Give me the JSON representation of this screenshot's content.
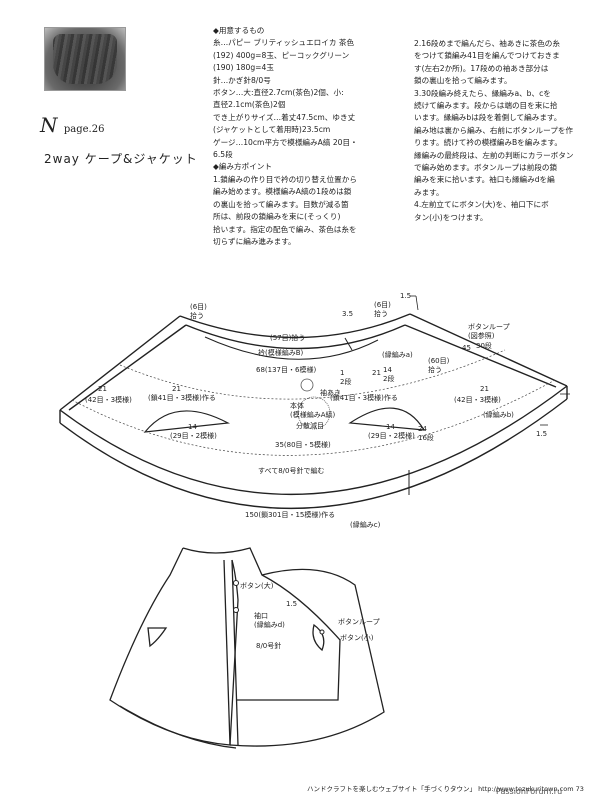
{
  "page_ref": {
    "letter": "N",
    "label": "page.26"
  },
  "title": "2way ケープ&ジャケット",
  "instructions_col1": "◆用意するもの\n糸…パピー ブリティッシュエロイカ 茶色\n(192) 400g=8玉、ピーコックグリーン\n(190) 180g=4玉\n針…かぎ針8/0号\nボタン…大:直径2.7cm(茶色)2個、小:\n直径2.1cm(茶色)2個\nでき上がりサイズ…着丈47.5cm、ゆき丈\n(ジャケットとして着用時)23.5cm\nゲージ…10cm平方で模様編みA縞 20目・\n6.5段\n◆編み方ポイント\n1.鎖編みの作り目で衿の切り替え位置から\n編み始めます。模様編みA縞の1段めは鎖\nの裏山を拾って編みます。目数が減る箇\n所は、前段の鎖編みを束に(そっくり)\n拾います。指定の配色で編み、茶色は糸を\n切らずに編み進みます。",
  "instructions_col2": "2.16段めまで編んだら、袖あきに茶色の糸\nをつけて鎖編み41目を編んでつけておきま\nす(左右2か所)。17段めの袖あき部分は\n鎖の裏山を拾って編みます。\n3.30段編み終えたら、縁編みa、b、cを\n続けて編みます。段からは端の目を束に拾\nいます。縁編みbは段を着側して編みます。\n編み地は裏から編み、右前にボタンループを作\nります。続けて衿の模様編みBを編みます。\n縁編みの最終段は、左前の判断にカラーボタン\nで編み始めます。ボタンループは前段の鎖\n編みを束に拾います。袖口も縁編みdを編\nみます。\n4.左前立てにボタン(大)を、袖口下にボ\nタン(小)をつけます。",
  "labels": {
    "d1": "(6目)\n拾う",
    "d2": "(6目)\n拾う",
    "d3": "3.5",
    "d4": "1.5",
    "d5": "(57目)拾う",
    "d6": "衿(模様編みB)",
    "d7": "68(137目・6模様)",
    "d8": "ボタンループ\n(図参照)",
    "d9": "45",
    "d10": "30段",
    "d11": "(縁編みa)",
    "d12": "(60目)\n拾う",
    "d13": "21",
    "d14": "21",
    "d15": "(42目・3模様)",
    "d16": "(42目・3模様)",
    "d17": "21",
    "d18": "21",
    "d19": "(鎖41目・3模様)作る",
    "d20": "(鎖41目・3模様)作る",
    "d21": "14\n2段",
    "d22": "1\n2段",
    "d23": "袖あき",
    "d24": "本体\n(模様編みA縞)",
    "d25": "分散減目",
    "d26": "14",
    "d27": "14",
    "d28": "(29目・2模様)",
    "d29": "(29目・2模様)",
    "d30": "35(80目・5模様)",
    "d31": "24\n16段",
    "d32": "(縁編みb)",
    "d33": "1.5",
    "d34": "すべて8/0号針で編む",
    "d35": "150(鎖301目・15模様)作る",
    "d36": "(縁編みc)",
    "d37": "ボタン(大)",
    "d38": "1.5",
    "d39": "袖口\n(縁編みd)",
    "d40": "ボタンループ",
    "d41": "ボタン(小)",
    "d42": "8/0号針"
  },
  "footer": "ハンドクラフトを楽しむウェブサイト「手づくりタウン」  http://www.tezukuritown.com  73",
  "watermark": "PassionForum.ru"
}
